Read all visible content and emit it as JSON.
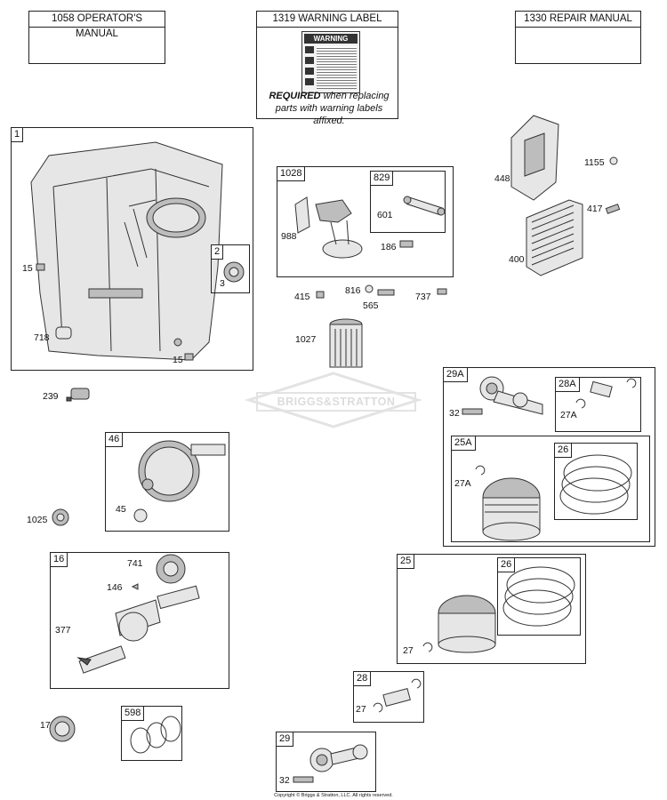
{
  "headers": {
    "operators_manual": "1058 OPERATOR'S MANUAL",
    "warning_label": "1319 WARNING LABEL",
    "repair_manual": "1330 REPAIR MANUAL",
    "warning_word": "WARNING",
    "required_bold": "REQUIRED",
    "required_rest": "when replacing parts with warning labels affixed."
  },
  "watermark": "BRIGGS&STRATTON",
  "copyright": "Copyright © Briggs & Stratton, LLC. All rights reserved.",
  "groups": {
    "g1": "1",
    "g2": "2",
    "g1028": "1028",
    "g829": "829",
    "g29A": "29A",
    "g28A": "28A",
    "g25A": "25A",
    "g26a": "26",
    "g46": "46",
    "g16": "16",
    "g598": "598",
    "g25": "25",
    "g26b": "26",
    "g28": "28",
    "g29": "29"
  },
  "parts": {
    "p15a": "15",
    "p15b": "15",
    "p718": "718",
    "p3": "3",
    "p988": "988",
    "p601": "601",
    "p186": "186",
    "p415": "415",
    "p816": "816",
    "p565": "565",
    "p737": "737",
    "p1027": "1027",
    "p448": "448",
    "p1155": "1155",
    "p417": "417",
    "p400": "400",
    "p239": "239",
    "p32a": "32",
    "p27Aa": "27A",
    "p27Ab": "27A",
    "p45": "45",
    "p1025": "1025",
    "p741": "741",
    "p146": "146",
    "p377": "377",
    "p17": "17",
    "p27a": "27",
    "p27b": "27",
    "p32b": "32"
  }
}
